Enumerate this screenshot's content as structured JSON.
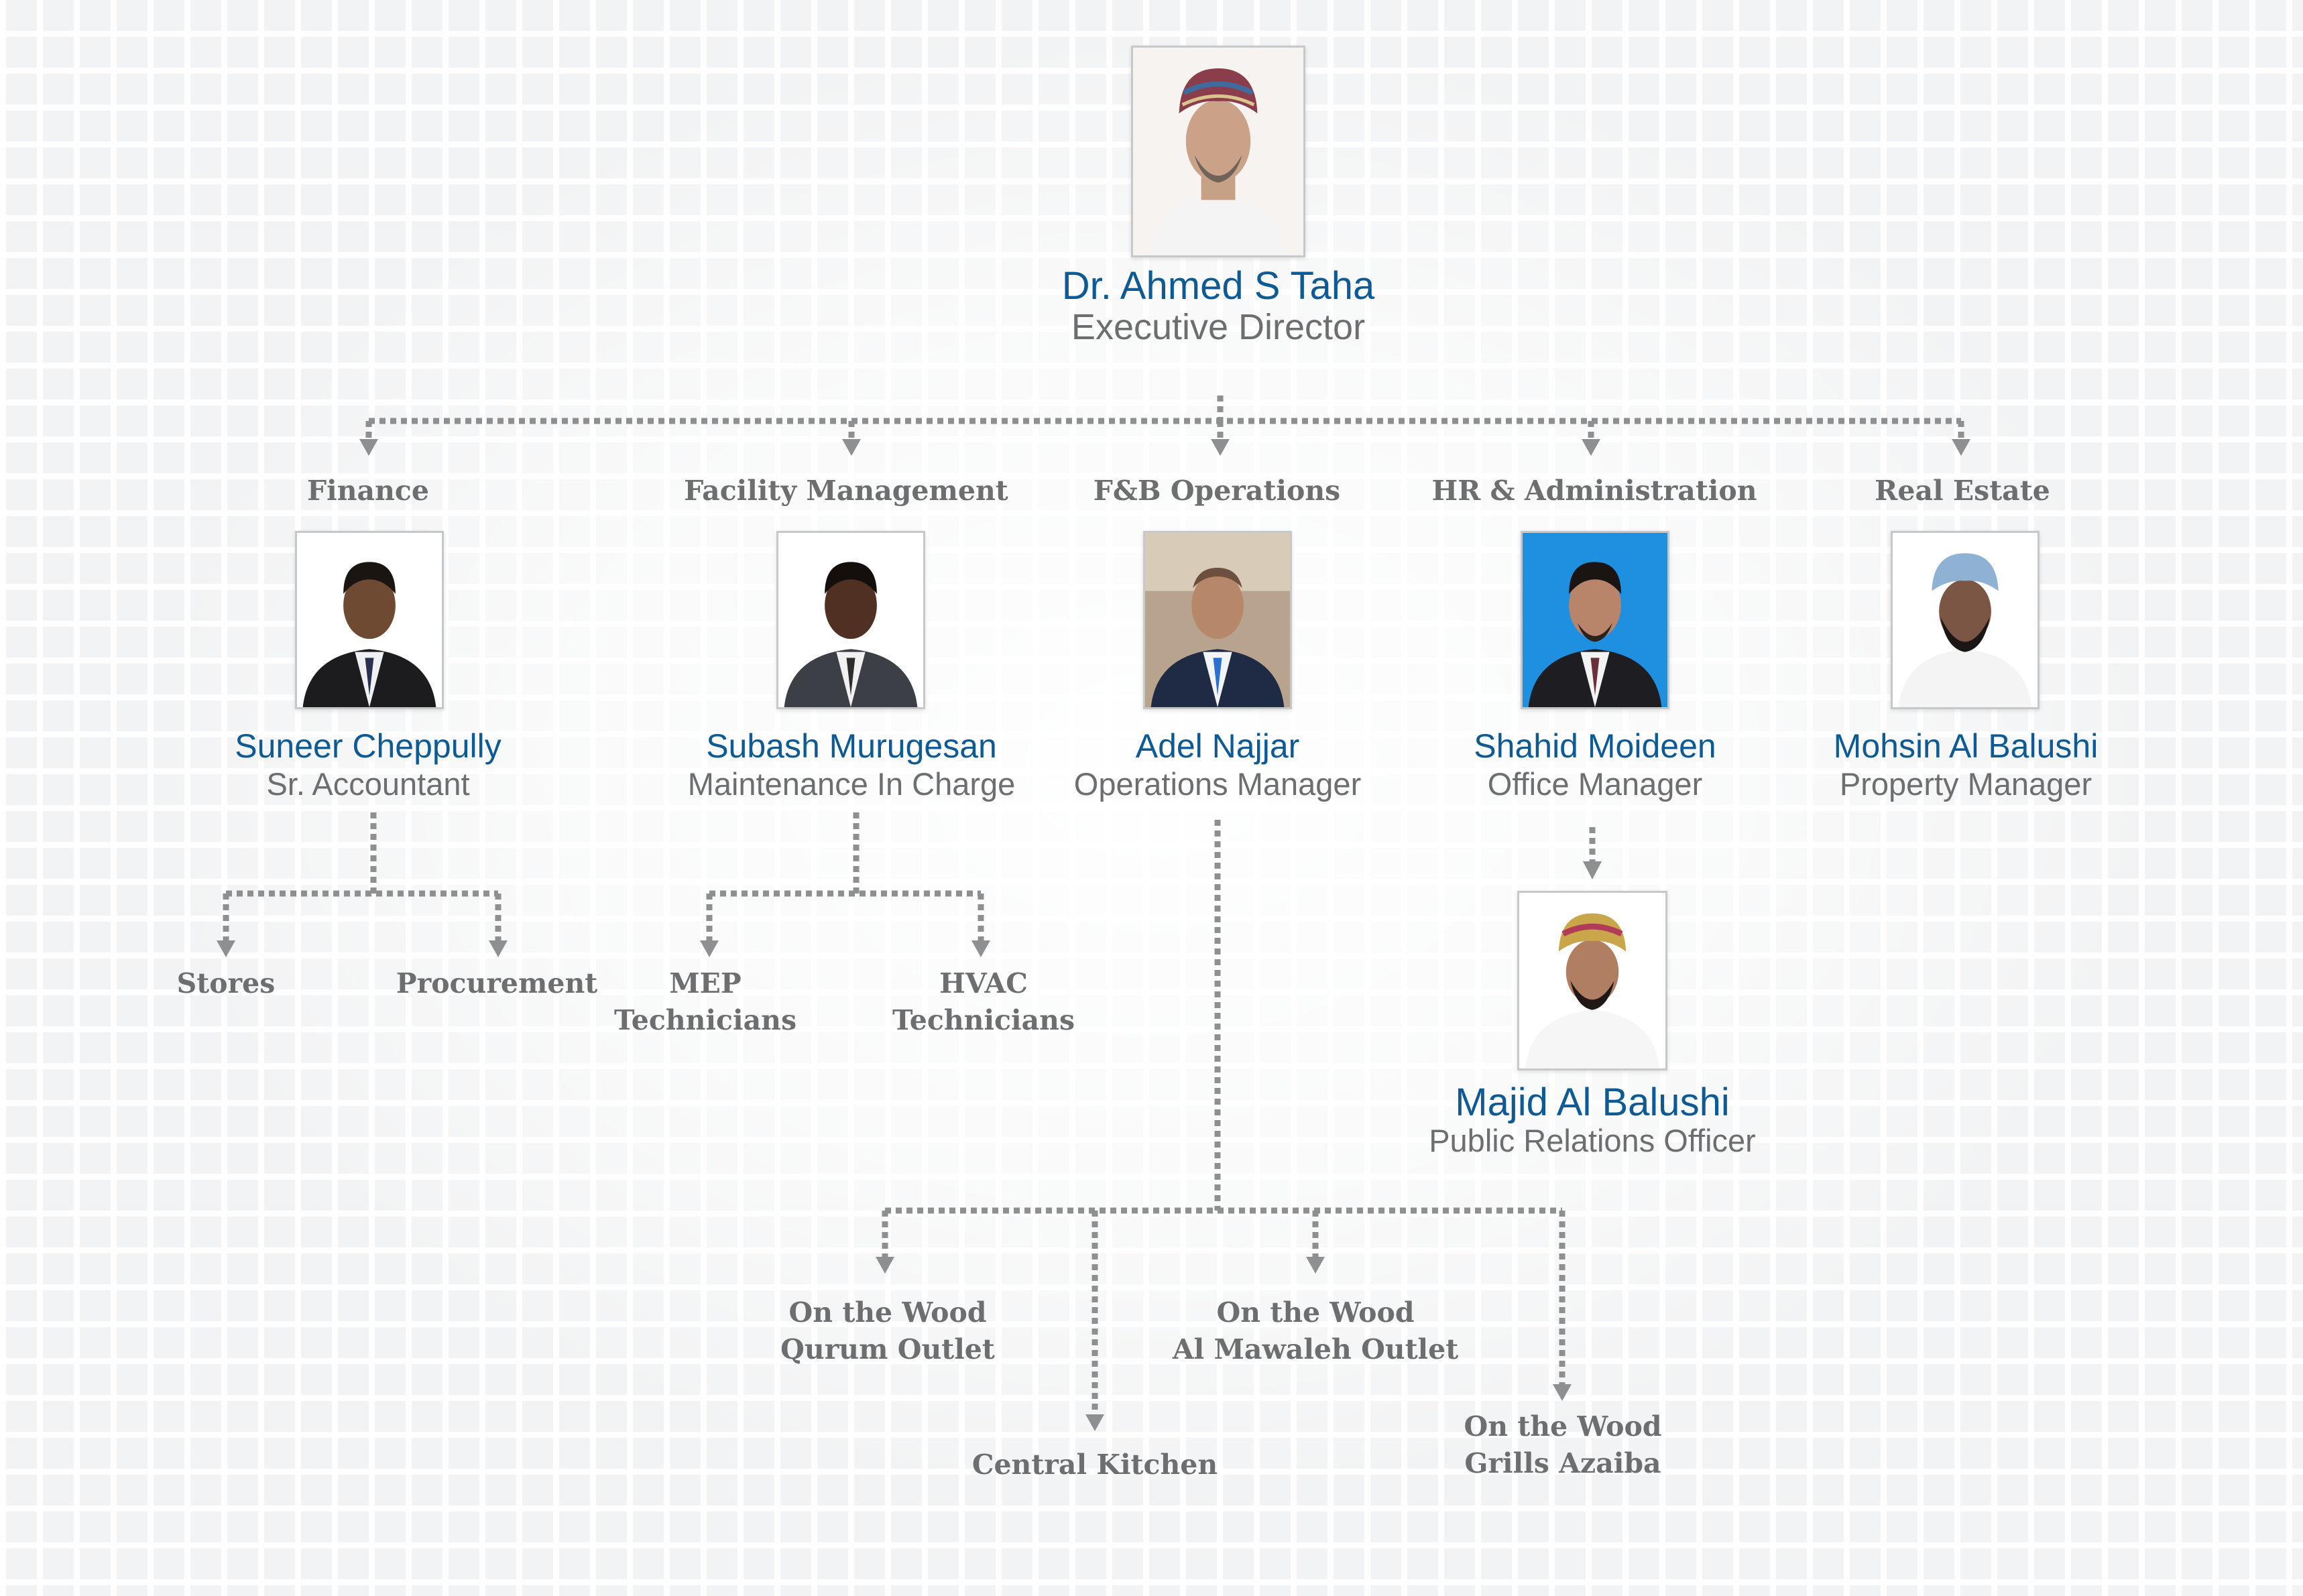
{
  "director": {
    "name": "Dr. Ahmed S Taha",
    "role": "Executive Director",
    "photo": "portrait-photo-director"
  },
  "departments": [
    {
      "title": "Finance",
      "name": "Suneer Cheppully",
      "role": "Sr. Accountant"
    },
    {
      "title": "Facility Management",
      "name": "Subash Murugesan",
      "role": "Maintenance In Charge"
    },
    {
      "title": "F&B Operations",
      "name": "Adel Najjar",
      "role": "Operations Manager"
    },
    {
      "title": "HR & Administration",
      "name": "Shahid Moideen",
      "role": "Office Manager"
    },
    {
      "title": "Real Estate",
      "name": "Mohsin Al Balushi",
      "role": "Property Manager"
    }
  ],
  "hr_sub": {
    "name": "Majid Al Balushi",
    "role": "Public Relations Officer"
  },
  "finance_units": [
    "Stores",
    "Procurement"
  ],
  "facility_units": [
    [
      "MEP",
      "Technicians"
    ],
    [
      "HVAC",
      "Technicians"
    ]
  ],
  "fb_units": [
    [
      "On the Wood",
      "Qurum Outlet"
    ],
    [
      "Central Kitchen"
    ],
    [
      "On the Wood",
      "Al Mawaleh Outlet"
    ],
    [
      "On the Wood",
      "Grills Azaiba"
    ]
  ],
  "colors": {
    "name": "#0d5a95",
    "text": "#6d6e70",
    "connector": "#8e8f91"
  }
}
